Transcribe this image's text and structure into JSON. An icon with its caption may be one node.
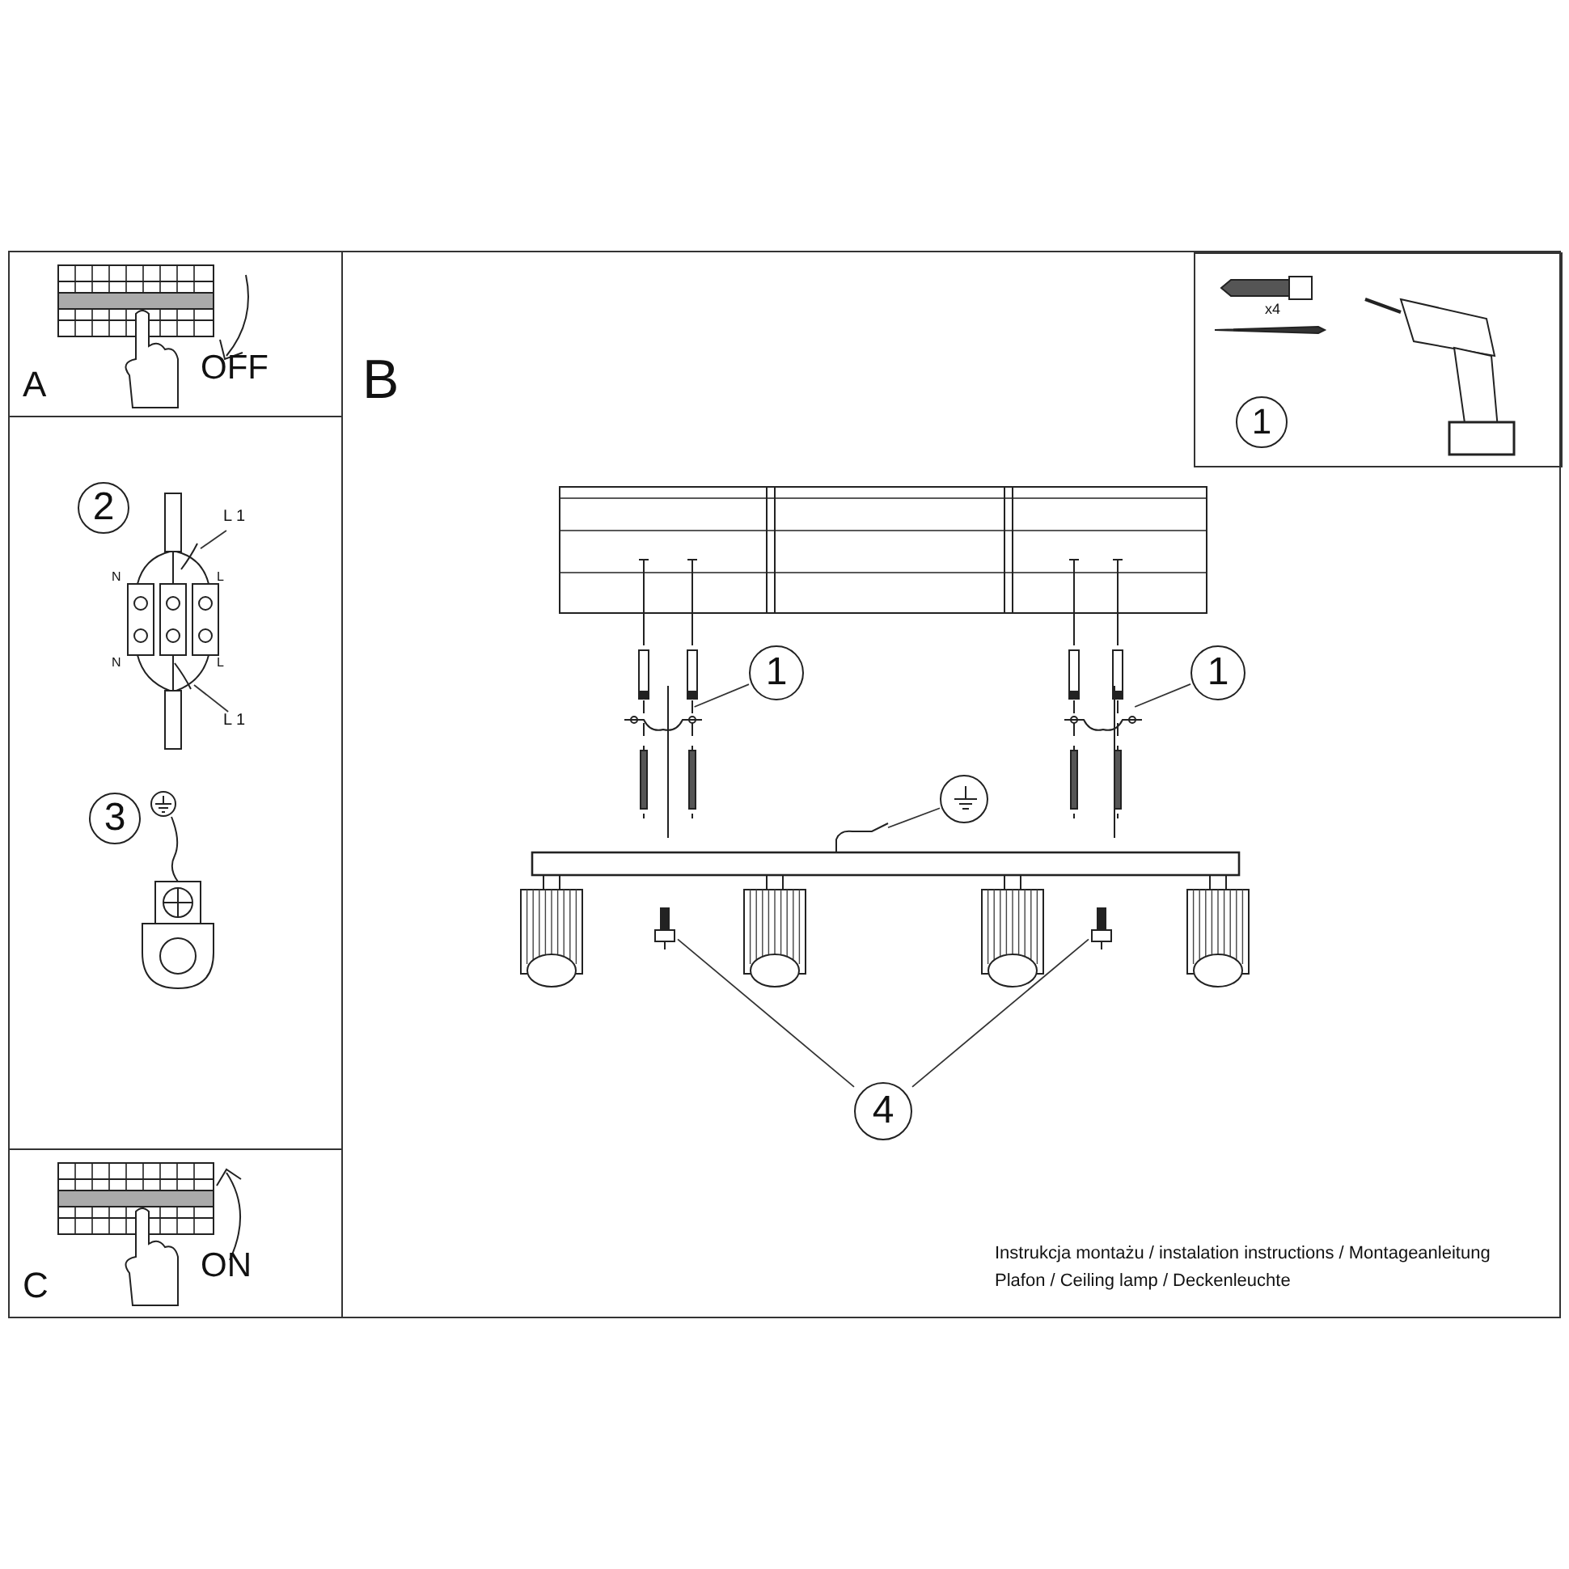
{
  "diagram": {
    "nodes": [
      {
        "text": [
          "A",
          "OFF"
        ]
      },
      {
        "text": [
          "B"
        ]
      },
      {
        "text": [
          "1"
        ],
        "in": 1
      },
      {
        "text": [
          "1"
        ],
        "in": 1
      },
      {
        "text": [],
        "shape": "picture",
        "in": 1
      },
      {
        "text": [
          "1"
        ],
        "in": 1
      },
      {
        "text": [],
        "shape": "picture",
        "in": 1
      },
      {
        "text": [],
        "shape": "circle",
        "in": 1
      },
      {
        "text": [],
        "shape": "picture",
        "in": 1
      },
      {
        "text": [
          "4"
        ],
        "in": 1
      },
      {
        "text": [],
        "shape": "picture",
        "in": 1
      },
      {
        "text": [],
        "shape": "picture",
        "in": 1
      },
      {
        "text": [
          "2"
        ]
      },
      {
        "text": [
          "L 1"
        ]
      },
      {
        "text": [],
        "shape": "picture"
      },
      {
        "text": [
          "L 1"
        ]
      },
      {
        "text": [],
        "shape": "picture"
      },
      {
        "text": [
          "3"
        ]
      },
      {
        "text": [
          "C",
          "ON"
        ]
      }
    ],
    "edges": [
      {
        "from": 3,
        "to": 4,
        "arrow": "none"
      },
      {
        "from": 5,
        "to": 6,
        "arrow": "none"
      },
      {
        "from": 7,
        "to": 8,
        "arrow": "none"
      },
      {
        "from": 9,
        "to": 10,
        "arrow": "none"
      },
      {
        "from": 9,
        "to": 11,
        "arrow": "none"
      },
      {
        "from": 13,
        "to": 14,
        "arrow": "none"
      },
      {
        "from": 15,
        "to": 16,
        "arrow": "none"
      }
    ],
    "labels": [
      "N",
      "L",
      "N",
      "L",
      "x4",
      "Instrukcja montażu / instalation instructions / Montageanleitung",
      "Plafon / Ceiling lamp / Deckenleuchte"
    ]
  }
}
